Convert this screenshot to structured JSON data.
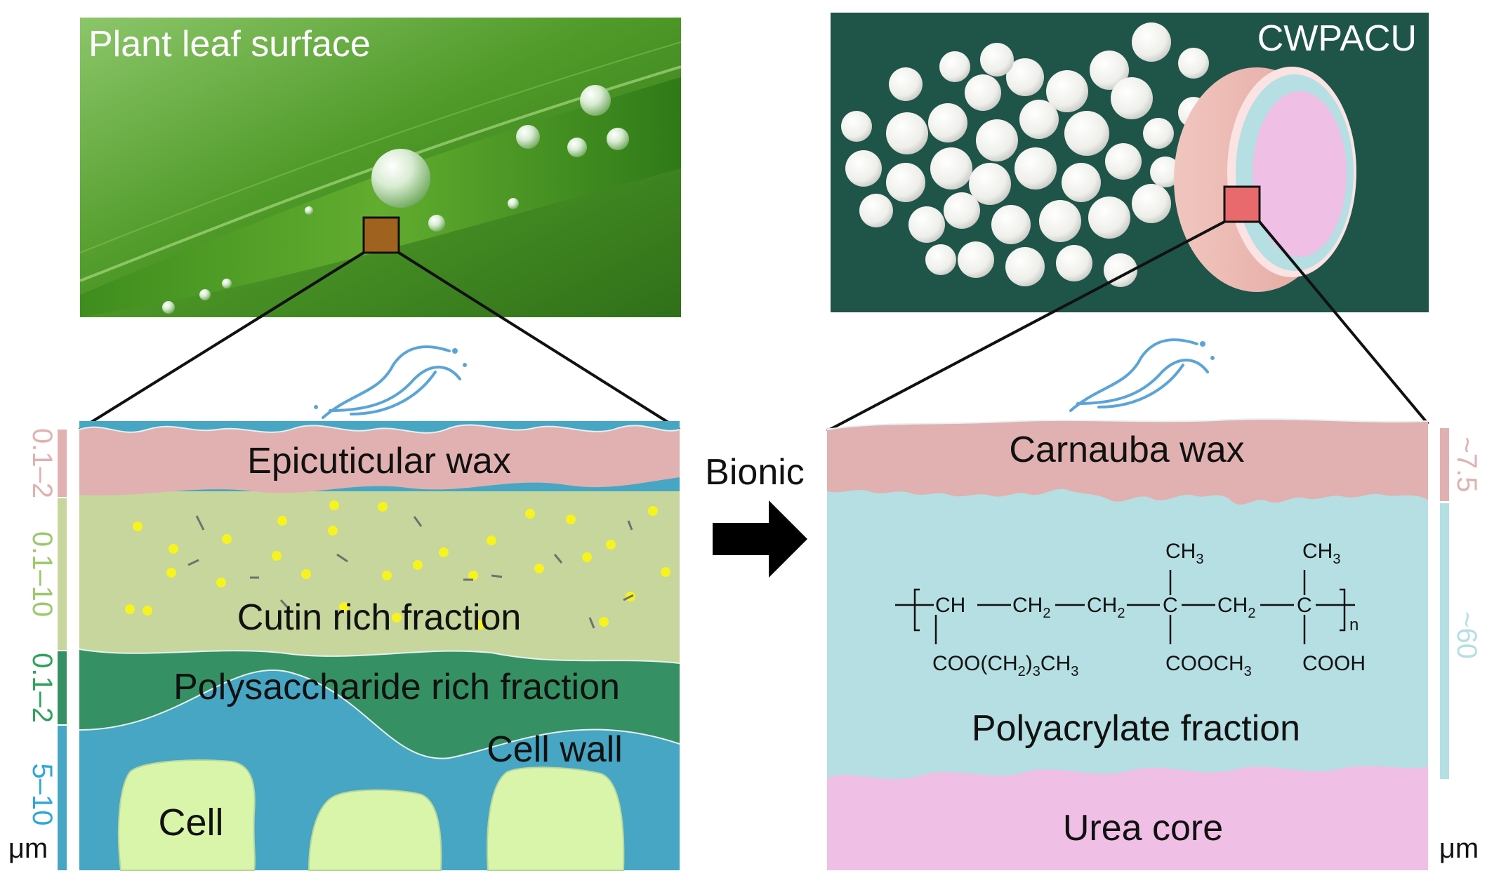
{
  "left_panel": {
    "photo_label": "Plant leaf surface",
    "layers": {
      "wax": "Epicuticular wax",
      "cutin": "Cutin rich fraction",
      "polysaccharide": "Polysaccharide rich fraction",
      "cell_wall": "Cell wall",
      "cell": "Cell"
    },
    "scale": {
      "wax": "0.1–2",
      "cutin": "0.1–10",
      "polysaccharide": "0.1–2",
      "cell_wall": "5–10",
      "unit": "μm"
    }
  },
  "middle": {
    "label": "Bionic"
  },
  "right_panel": {
    "photo_label": "CWPACU",
    "layers": {
      "wax": "Carnauba wax",
      "polyacrylate": "Polyacrylate fraction",
      "core": "Urea core"
    },
    "scale": {
      "wax": "~7.5",
      "polyacrylate": "~60",
      "unit": "μm"
    },
    "formula": {
      "ch": "CH",
      "ch2": "CH",
      "c": "C",
      "ch3": "CH",
      "sub3": "3",
      "sub2": "2",
      "n": "n",
      "left_substituent": "COO(CH",
      "left_substituent_tail": ")",
      "left_substituent_sub3": "3",
      "left_substituent_end": "CH",
      "middle_substituent": "COOCH",
      "right_substituent": "COOH"
    }
  },
  "colors": {
    "wax": "#e0b1b0",
    "cutin": "#c6d69c",
    "polysaccharide": "#359163",
    "cell_wall": "#46a6c3",
    "cell": "#d9f5a9",
    "polyacrylate": "#b5dfe2",
    "core": "#f0bfe5",
    "leaf_green": "#4f9a28",
    "granule_bg": "#1f5449",
    "yellow_dot": "#f7f31f"
  }
}
